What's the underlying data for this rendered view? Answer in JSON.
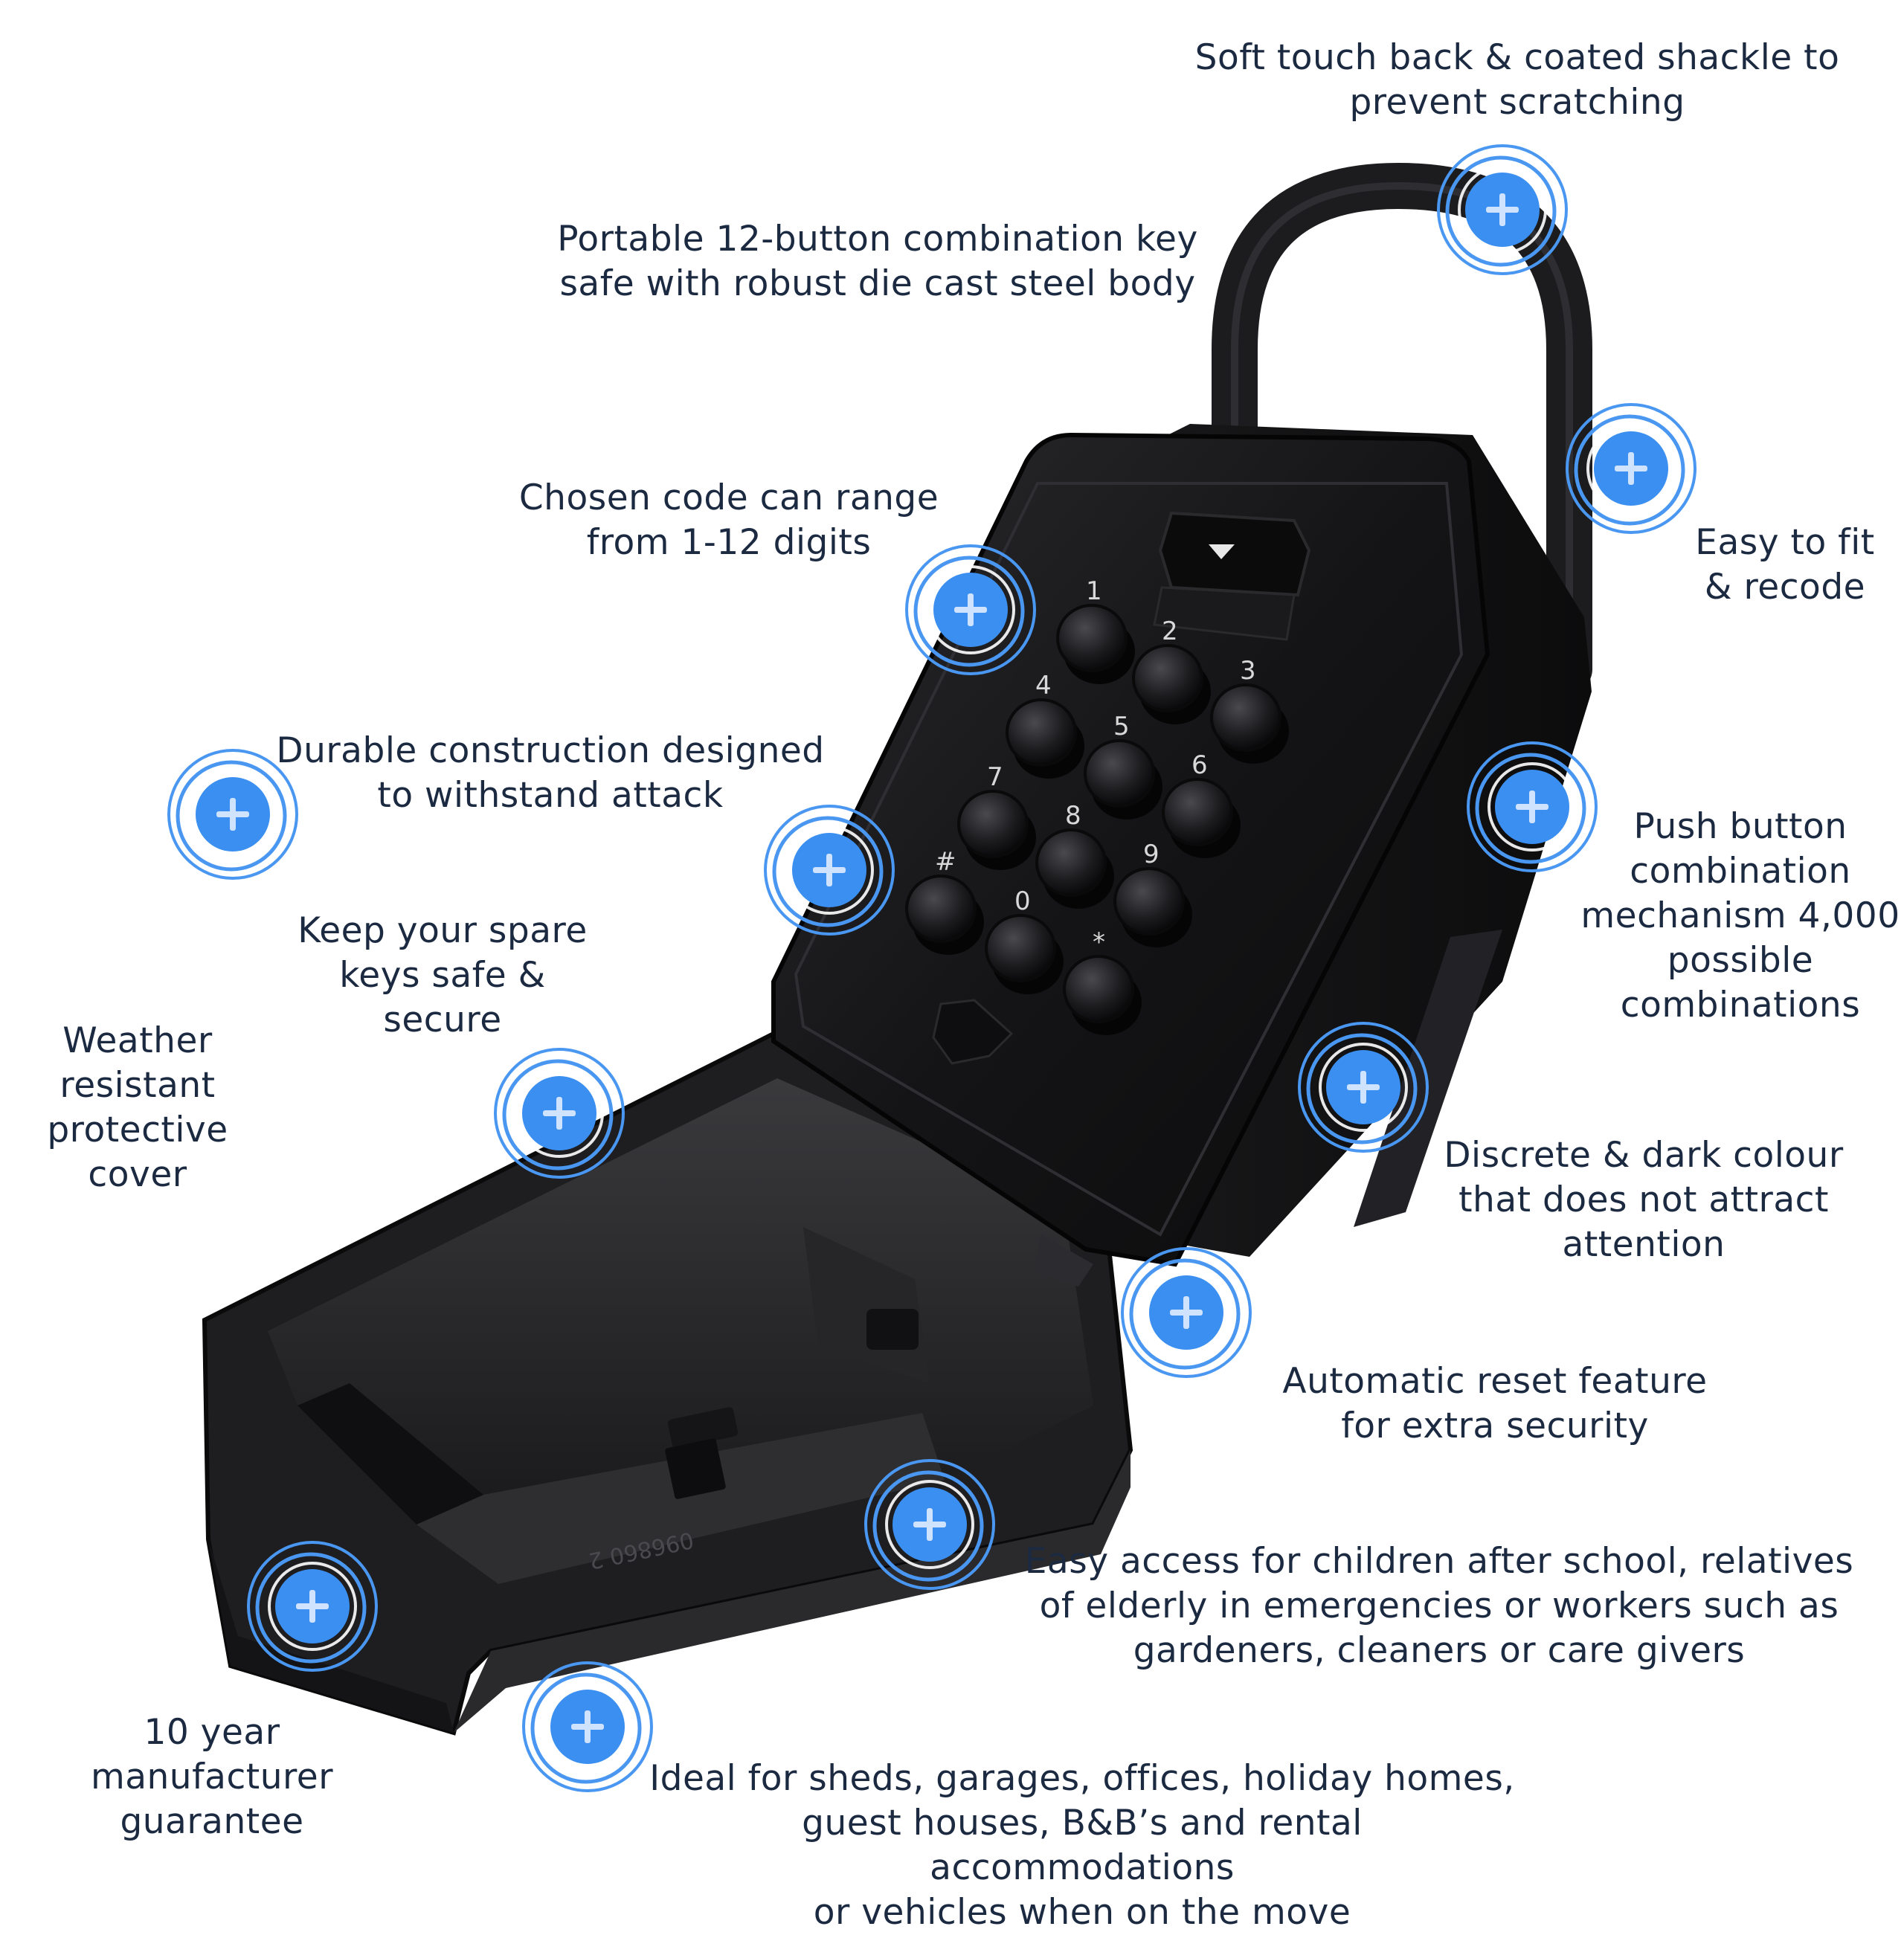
{
  "accent_color": "#3b8ff0",
  "ring_color": "#4a97f2",
  "plus_color": "#cfe3ff",
  "hotspot_icon": "plus-circle-icon",
  "keypad": {
    "eject_icon": "triangle-arrow-icon",
    "keys": [
      "1",
      "2",
      "3",
      "4",
      "5",
      "6",
      "7",
      "8",
      "9",
      "#",
      "0",
      "*"
    ]
  },
  "mold_mark": "096860 2",
  "features": [
    {
      "id": "soft-touch",
      "text": "Soft touch back & coated shackle to\nprevent scratching"
    },
    {
      "id": "portable",
      "text": "Portable 12-button combination key\nsafe with robust die cast steel body"
    },
    {
      "id": "code-range",
      "text": "Chosen code can range\nfrom 1-12 digits"
    },
    {
      "id": "easy-fit",
      "text": "Easy to fit\n& recode"
    },
    {
      "id": "durable",
      "text": "Durable construction designed\nto withstand attack"
    },
    {
      "id": "push-button",
      "text": "Push button\ncombination\nmechanism 4,000\npossible\ncombinations"
    },
    {
      "id": "spare-keys",
      "text": "Keep your spare\nkeys safe &\nsecure"
    },
    {
      "id": "weather",
      "text": "Weather\nresistant\nprotective\ncover"
    },
    {
      "id": "discrete",
      "text": "Discrete & dark colour\nthat does not attract\nattention"
    },
    {
      "id": "auto-reset",
      "text": "Automatic reset feature\nfor extra security"
    },
    {
      "id": "easy-access",
      "text": "Easy access for children after school, relatives\nof elderly in emergencies or workers such as\ngardeners, cleaners or care givers"
    },
    {
      "id": "guarantee",
      "text": "10 year\nmanufacturer\nguarantee"
    },
    {
      "id": "ideal-for",
      "text": "Ideal for sheds, garages, offices, holiday homes,\nguest houses, B&B’s and rental accommodations\nor vehicles when on the move"
    }
  ]
}
